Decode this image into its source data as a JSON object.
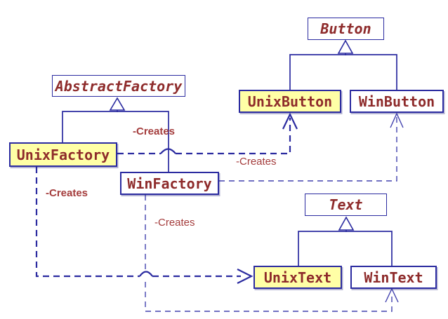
{
  "colors": {
    "line": "#2B2BA0",
    "line_thin": "#4141AE",
    "class_text": "#8E2B2B",
    "label_text": "#A43C3C",
    "highlight_fill": "#FFFFA6",
    "box_fill": "#FFFFFF",
    "bg": "#FFFFFF"
  },
  "diagram": {
    "type": "uml-class-diagram",
    "pattern": "Abstract Factory",
    "classes": [
      {
        "name": "AbstractFactory",
        "abstract": true,
        "highlighted": false
      },
      {
        "name": "UnixFactory",
        "abstract": false,
        "highlighted": true
      },
      {
        "name": "WinFactory",
        "abstract": false,
        "highlighted": false
      },
      {
        "name": "Button",
        "abstract": true,
        "highlighted": false
      },
      {
        "name": "UnixButton",
        "abstract": false,
        "highlighted": true
      },
      {
        "name": "WinButton",
        "abstract": false,
        "highlighted": false
      },
      {
        "name": "Text",
        "abstract": true,
        "highlighted": false
      },
      {
        "name": "UnixText",
        "abstract": false,
        "highlighted": true
      },
      {
        "name": "WinText",
        "abstract": false,
        "highlighted": false
      }
    ],
    "create_labels": [
      {
        "text": "-Creates",
        "emphasis": "bold",
        "for": "UnixFactory-UnixButton"
      },
      {
        "text": "-Creates",
        "emphasis": "normal",
        "for": "WinFactory-WinButton"
      },
      {
        "text": "-Creates",
        "emphasis": "bold",
        "for": "UnixFactory-UnixText"
      },
      {
        "text": "-Creates",
        "emphasis": "normal",
        "for": "WinFactory-WinText"
      }
    ],
    "relationships": [
      {
        "from": "UnixFactory",
        "to": "AbstractFactory",
        "type": "generalization"
      },
      {
        "from": "WinFactory",
        "to": "AbstractFactory",
        "type": "generalization"
      },
      {
        "from": "UnixButton",
        "to": "Button",
        "type": "generalization"
      },
      {
        "from": "WinButton",
        "to": "Button",
        "type": "generalization"
      },
      {
        "from": "UnixText",
        "to": "Text",
        "type": "generalization"
      },
      {
        "from": "WinText",
        "to": "Text",
        "type": "generalization"
      },
      {
        "from": "UnixFactory",
        "to": "UnixButton",
        "type": "dependency",
        "label": "-Creates"
      },
      {
        "from": "UnixFactory",
        "to": "UnixText",
        "type": "dependency",
        "label": "-Creates"
      },
      {
        "from": "WinFactory",
        "to": "WinButton",
        "type": "dependency",
        "label": "-Creates"
      },
      {
        "from": "WinFactory",
        "to": "WinText",
        "type": "dependency",
        "label": "-Creates"
      }
    ]
  }
}
